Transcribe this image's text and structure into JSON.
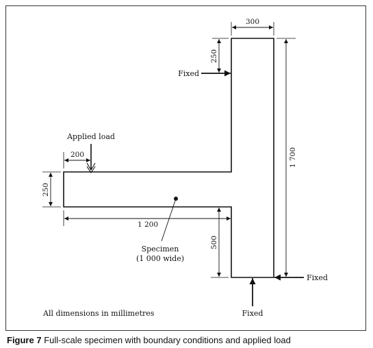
{
  "diagram": {
    "dimensions": {
      "top_width": "300",
      "top_offset": "250",
      "total_height": "1 700",
      "load_offset": "200",
      "arm_height": "250",
      "arm_length": "1 200",
      "bottom_offset": "500"
    },
    "labels": {
      "fixed_top": "Fixed",
      "fixed_right": "Fixed",
      "fixed_bottom": "Fixed",
      "applied_load": "Applied load",
      "specimen_line1": "Specimen",
      "specimen_line2": "(1 000 wide)",
      "units_note": "All dimensions in millimetres"
    }
  },
  "caption": {
    "label": "Figure 7",
    "text": " Full-scale specimen with boundary conditions and applied load"
  }
}
